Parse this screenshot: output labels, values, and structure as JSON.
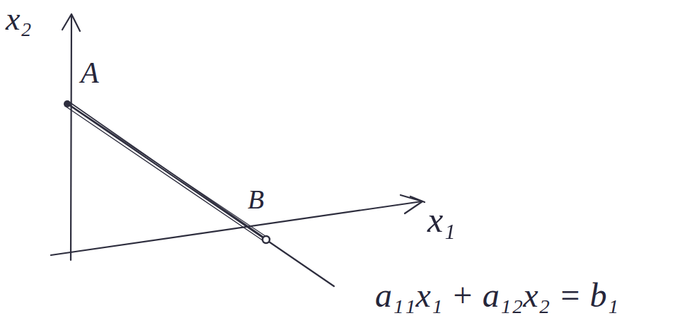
{
  "diagram": {
    "labels": [
      "x₂",
      "A",
      "B",
      "x₁",
      "a₁₁x₁ + a₁₂x₂ = b₁"
    ]
  }
}
